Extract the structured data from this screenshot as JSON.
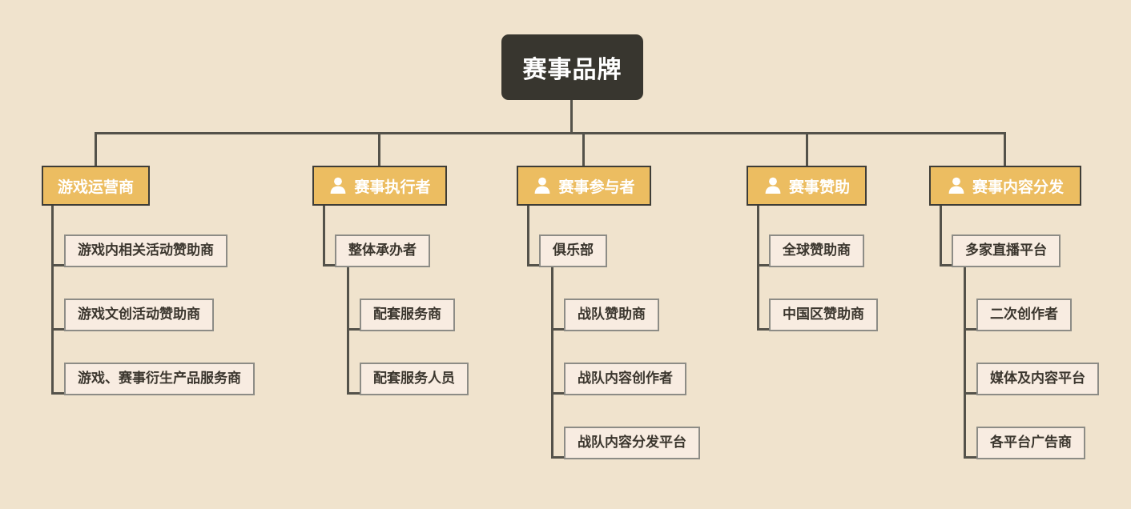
{
  "colors": {
    "background": "#f0e3cd",
    "root_fill": "#38362f",
    "root_text": "#ffffff",
    "branch_fill": "#ecbd61",
    "branch_border": "#3e3d37",
    "branch_text": "#ffffff",
    "node_fill": "#f8ece1",
    "node_border": "#8d8c86",
    "node_text": "#3b362e",
    "connector": "#54524a"
  },
  "root": {
    "label": "赛事品牌"
  },
  "branches": [
    {
      "label": "游戏运营商",
      "icon": "",
      "children": [
        {
          "label": "游戏内相关活动赞助商",
          "children": []
        },
        {
          "label": "游戏文创活动赞助商",
          "children": []
        },
        {
          "label": "游戏、赛事衍生产品服务商",
          "children": []
        }
      ]
    },
    {
      "label": "赛事执行者",
      "icon": "person-icon",
      "children": [
        {
          "label": "整体承办者",
          "children": [
            {
              "label": "配套服务商"
            },
            {
              "label": "配套服务人员"
            }
          ]
        }
      ]
    },
    {
      "label": "赛事参与者",
      "icon": "person-icon",
      "children": [
        {
          "label": "俱乐部",
          "children": [
            {
              "label": "战队赞助商"
            },
            {
              "label": "战队内容创作者"
            },
            {
              "label": "战队内容分发平台"
            }
          ]
        }
      ]
    },
    {
      "label": "赛事赞助",
      "icon": "person-icon",
      "children": [
        {
          "label": "全球赞助商",
          "children": []
        },
        {
          "label": "中国区赞助商",
          "children": []
        }
      ]
    },
    {
      "label": "赛事内容分发",
      "icon": "person-icon",
      "children": [
        {
          "label": "多家直播平台",
          "children": [
            {
              "label": "二次创作者"
            },
            {
              "label": "媒体及内容平台"
            },
            {
              "label": "各平台广告商"
            }
          ]
        }
      ]
    }
  ]
}
